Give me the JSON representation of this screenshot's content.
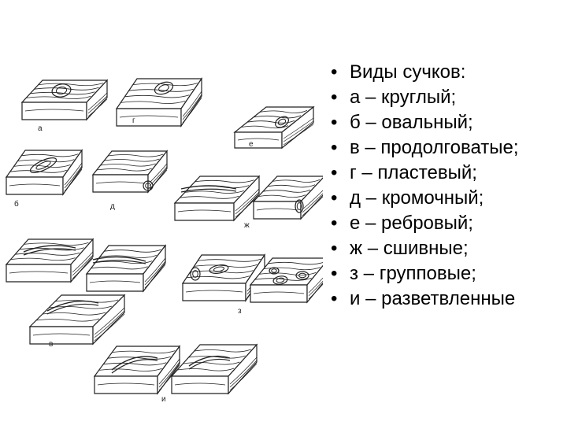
{
  "bullets": [
    "Виды сучков:",
    " а – круглый;",
    " б – овальный;",
    " в – продолговатые;",
    "г – пластевый;",
    "д – кромочный;",
    "е – ребровый;",
    "ж – сшивные;",
    "з – групповые;",
    "и – разветвленные"
  ],
  "figure_labels": [
    "а",
    "г",
    "е",
    "б",
    "д",
    "ж",
    "в",
    "з",
    "и"
  ],
  "bullet_symbol": "•",
  "colors": {
    "line": "#222222",
    "text": "#000000",
    "background": "#ffffff"
  }
}
